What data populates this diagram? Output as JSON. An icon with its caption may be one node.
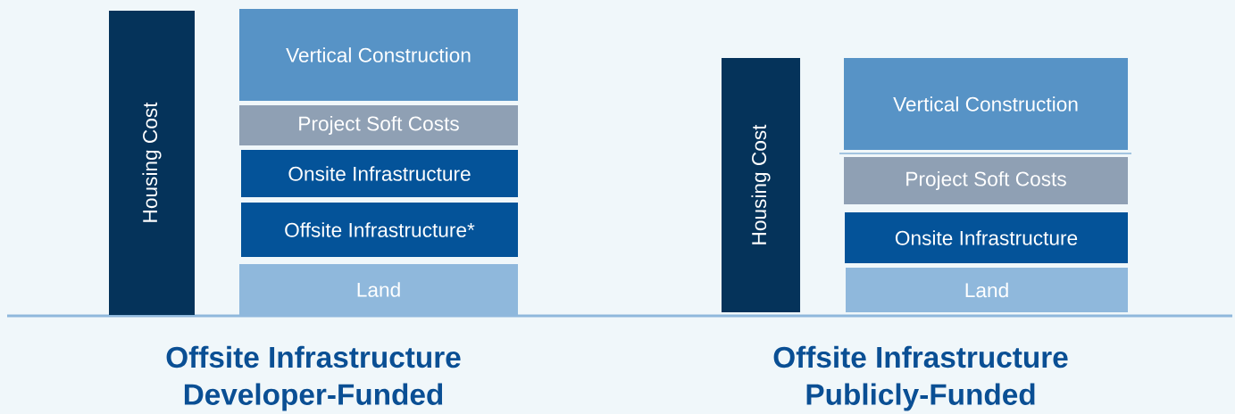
{
  "diagram": {
    "nodes": [
      {
        "text": [
          "Housing Cost"
        ]
      },
      {
        "text": [
          "Vertical Construction"
        ]
      },
      {
        "text": [
          "Project Soft Costs"
        ]
      },
      {
        "text": [
          "Onsite Infrastructure"
        ]
      },
      {
        "text": [
          "Offsite Infrastructure*"
        ]
      },
      {
        "text": [
          "Land"
        ]
      },
      {
        "text": [
          "Housing Cost"
        ]
      },
      {
        "text": [
          "Vertical Construction"
        ]
      },
      {
        "text": [
          "Project Soft Costs"
        ]
      },
      {
        "text": [
          "Onsite Infrastructure"
        ]
      },
      {
        "text": [
          "Land"
        ]
      }
    ],
    "labels": [
      "Offsite Infrastructure",
      "Developer-Funded",
      "Offsite Infrastructure",
      "Publicly-Funded"
    ]
  }
}
